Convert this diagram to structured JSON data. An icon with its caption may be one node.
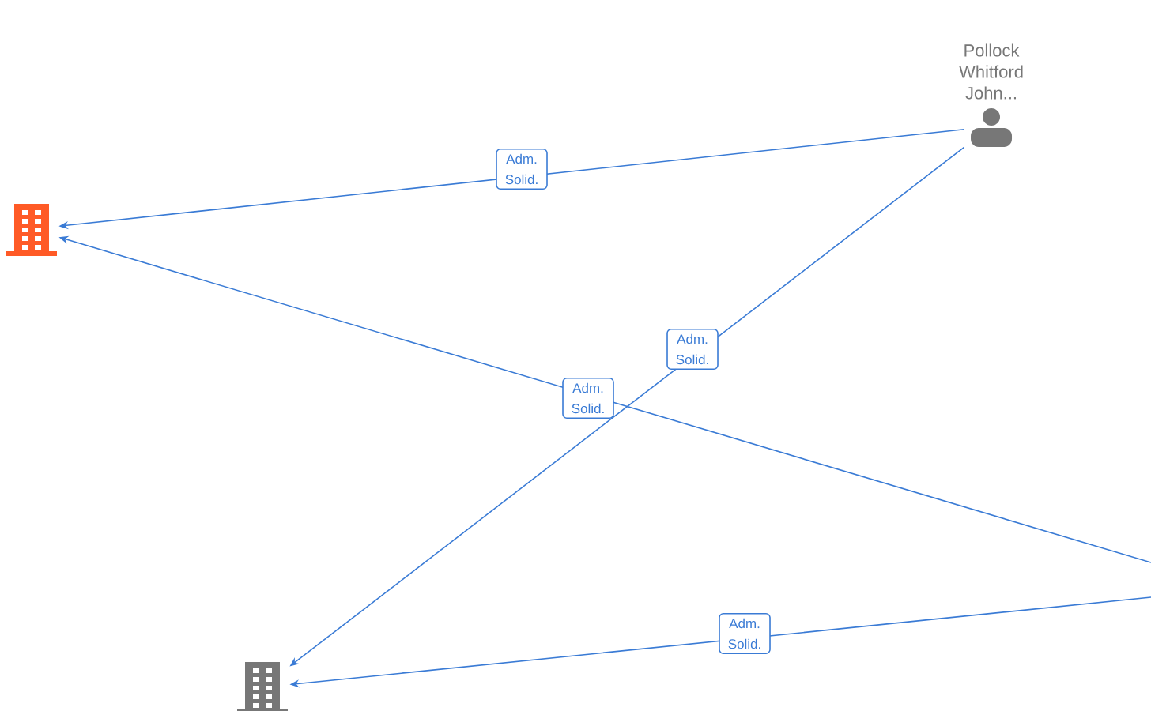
{
  "diagram": {
    "nodes": [
      {
        "text": [],
        "shape": "building"
      },
      {
        "text": [
          "Pollock Whitford John..."
        ]
      },
      {
        "text": [],
        "shape": "building"
      }
    ],
    "edges": [
      {
        "from": 1,
        "to": 0,
        "arrow": "to",
        "label": "Adm. Solid."
      },
      {
        "from": 1,
        "to": 2,
        "arrow": "to",
        "label": "Adm. Solid."
      },
      {
        "from": null,
        "to": 0,
        "arrow": "to",
        "label": "Adm. Solid."
      },
      {
        "from": null,
        "to": 2,
        "arrow": "to",
        "label": "Adm. Solid."
      }
    ]
  }
}
